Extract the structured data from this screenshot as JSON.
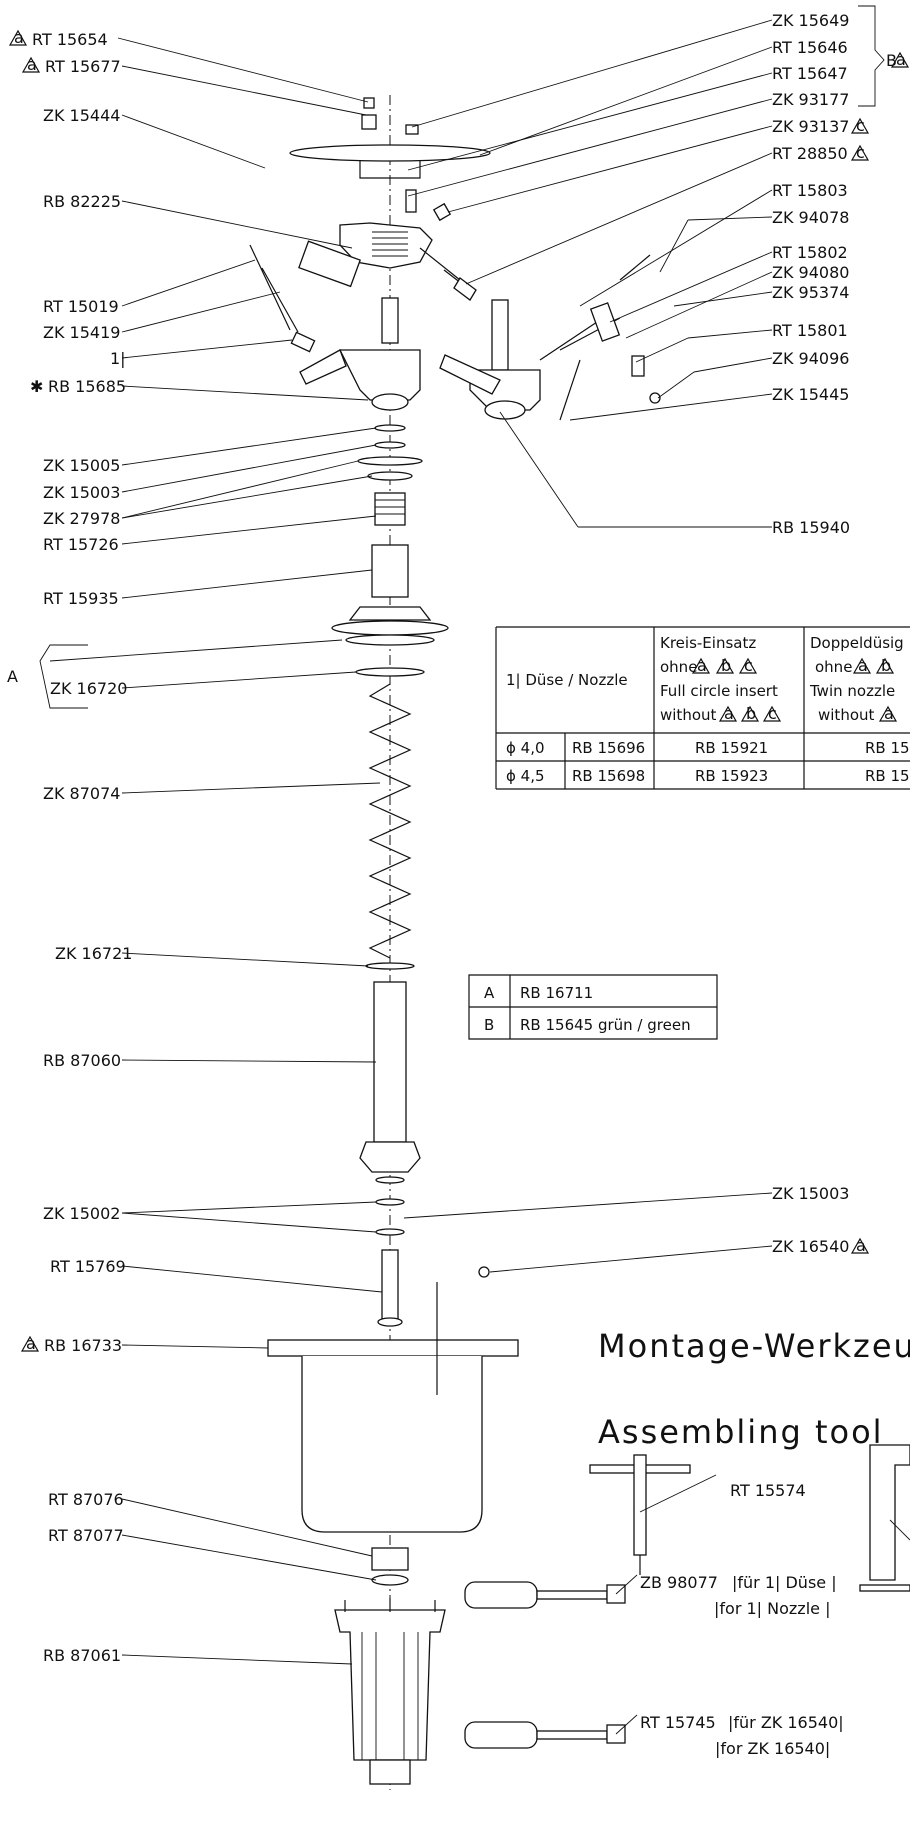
{
  "top_right_labels": [
    {
      "text": "ZK 15649",
      "mark": ""
    },
    {
      "text": "RT 15646",
      "mark": ""
    },
    {
      "text": "RT 15647",
      "mark": ""
    },
    {
      "text": "ZK 93177",
      "mark": ""
    },
    {
      "text": "ZK 93137",
      "mark": "c"
    },
    {
      "text": "RT 28850",
      "mark": "c"
    },
    {
      "text": "RT 15803",
      "mark": ""
    },
    {
      "text": "ZK 94078",
      "mark": ""
    },
    {
      "text": "RT 15802",
      "mark": ""
    },
    {
      "text": "ZK 94080",
      "mark": ""
    },
    {
      "text": "ZK 95374",
      "mark": ""
    },
    {
      "text": "RT 15801",
      "mark": ""
    },
    {
      "text": "ZK 94096",
      "mark": ""
    },
    {
      "text": "ZK 15445",
      "mark": ""
    }
  ],
  "brace_group_label": "B",
  "brace_group_mark": "a",
  "left_labels": [
    {
      "text": "RT 15654",
      "mark": "a"
    },
    {
      "text": "RT 15677",
      "mark": "a"
    },
    {
      "text": "ZK 15444",
      "mark": ""
    },
    {
      "text": "RB 82225",
      "mark": ""
    },
    {
      "text": "RT 15019",
      "mark": ""
    },
    {
      "text": "ZK 15419",
      "mark": ""
    },
    {
      "text": "1|",
      "mark": ""
    },
    {
      "text": "RB 15685",
      "mark": "star"
    },
    {
      "text": "ZK 15005",
      "mark": ""
    },
    {
      "text": "ZK 15003",
      "mark": ""
    },
    {
      "text": "ZK 27978",
      "mark": ""
    },
    {
      "text": "RT 15726",
      "mark": ""
    },
    {
      "text": "RT 15935",
      "mark": ""
    },
    {
      "text": "ZK 16720",
      "mark": ""
    },
    {
      "text": "ZK 87074",
      "mark": ""
    },
    {
      "text": "ZK 16721",
      "mark": ""
    },
    {
      "text": "RB 87060",
      "mark": ""
    },
    {
      "text": "ZK 15002",
      "mark": ""
    },
    {
      "text": "RT 15769",
      "mark": ""
    },
    {
      "text": "RB 16733",
      "mark": "a"
    },
    {
      "text": "RT 87076",
      "mark": ""
    },
    {
      "text": "RT 87077",
      "mark": ""
    },
    {
      "text": "RB 87061",
      "mark": ""
    }
  ],
  "group_A_label": "A",
  "right_labels_lower": [
    {
      "text": "RB 15940",
      "mark": ""
    },
    {
      "text": "ZK 15003",
      "mark": ""
    },
    {
      "text": "ZK 16540",
      "mark": "a"
    }
  ],
  "nozzle_table": {
    "header_left": "1| Düse / Nozzle",
    "header_kreis": [
      "Kreis-Einsatz",
      "ohne",
      "Full circle insert",
      "without"
    ],
    "header_doppel": [
      "Doppeldüsig",
      "ohne",
      "Twin nozzle",
      "without"
    ],
    "rows": [
      {
        "dia": "ϕ 4,0",
        "nozzle": "RB 15696",
        "kreis": "RB 15921",
        "doppel": "RB 15"
      },
      {
        "dia": "ϕ 4,5",
        "nozzle": "RB 15698",
        "kreis": "RB 15923",
        "doppel": "RB 15"
      }
    ]
  },
  "ab_table": [
    {
      "key": "A",
      "value": "RB 16711"
    },
    {
      "key": "B",
      "value": "RB 15645  grün / green"
    }
  ],
  "tool_heading_de": "Montage-Werkzeug",
  "tool_heading_en": "Assembling tool",
  "tools": [
    {
      "part": "RT 15574",
      "note1": "",
      "note2": ""
    },
    {
      "part": "ZB 98077",
      "note1": "|für 1| Düse |",
      "note2": "|for 1| Nozzle |"
    },
    {
      "part": "RT 15745",
      "note1": "|für ZK 16540|",
      "note2": "|for ZK 16540|"
    }
  ],
  "mark_letters": {
    "a": "a",
    "b": "b",
    "c": "c"
  }
}
